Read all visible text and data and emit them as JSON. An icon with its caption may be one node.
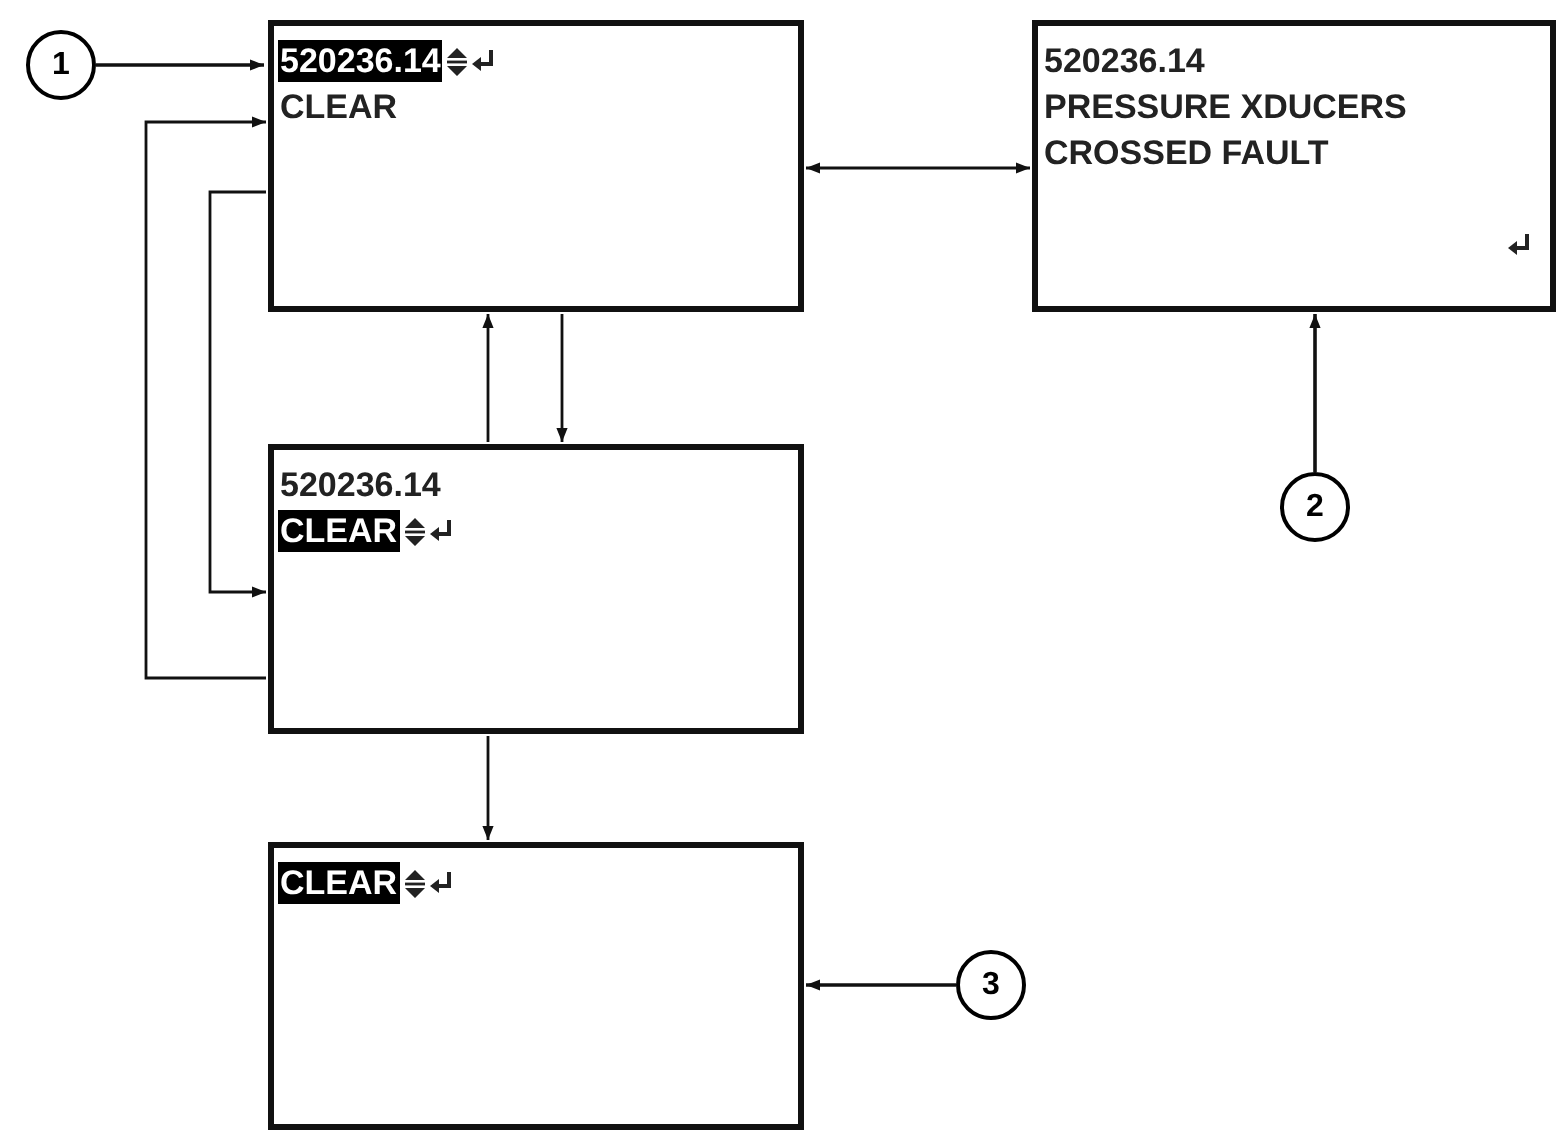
{
  "diagram": {
    "nodes": [
      {
        "text": [
          "1"
        ]
      },
      {
        "text": [
          "520236.14",
          "CLEAR"
        ]
      },
      {
        "text": [
          "520236.14",
          "PRESSURE XDUCERS",
          "CROSSED FAULT"
        ]
      },
      {
        "text": [
          "2"
        ]
      },
      {
        "text": [
          "520236.14",
          "CLEAR"
        ]
      },
      {
        "text": [
          "CLEAR"
        ]
      },
      {
        "text": [
          "3"
        ]
      }
    ],
    "edges": [
      {
        "from": 0,
        "to": 1,
        "arrow": "to"
      },
      {
        "from": 1,
        "to": 2,
        "arrow": "both"
      },
      {
        "from": 4,
        "to": 1,
        "arrow": "to"
      },
      {
        "from": 1,
        "to": 4,
        "arrow": "to"
      },
      {
        "from": 1,
        "to": 4,
        "arrow": "to"
      },
      {
        "from": 4,
        "to": 1,
        "arrow": "to"
      },
      {
        "from": 4,
        "to": 5,
        "arrow": "to"
      },
      {
        "from": 3,
        "to": 2,
        "arrow": "to"
      },
      {
        "from": 6,
        "to": 5,
        "arrow": "to"
      }
    ]
  }
}
